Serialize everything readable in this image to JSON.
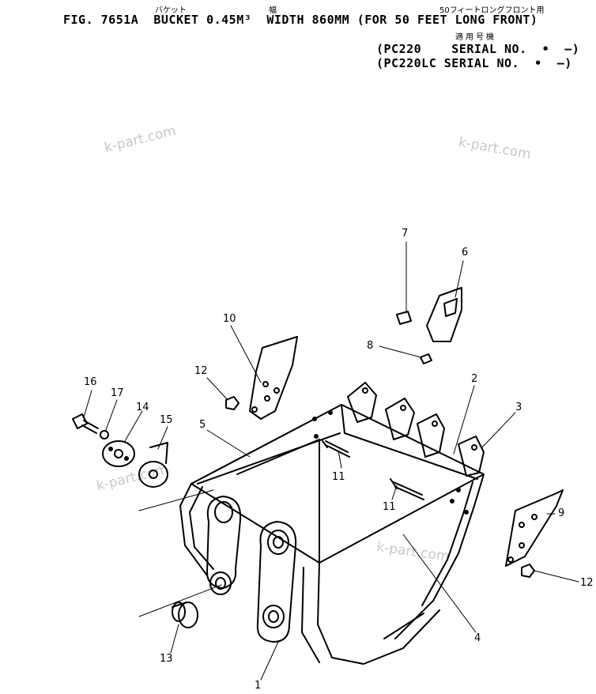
{
  "header": {
    "title_line": "FIG. 7651A  BUCKET 0.45M³  WIDTH 860MM (FOR 50 FEET LONG FRONT)",
    "ruby_bucket": "バケット",
    "ruby_width": "幅",
    "ruby_front": "50フィートロングフロント用",
    "applicable_label": "適用号機",
    "serial_1": "(PC220    SERIAL NO.  •  –)",
    "serial_2": "(PC220LC SERIAL NO.  •  –)"
  },
  "watermarks": [
    "k-part.com",
    "k-part.com",
    "k-part.com",
    "k-part.com"
  ],
  "callouts": {
    "c1": "1",
    "c2": "2",
    "c3": "3",
    "c4": "4",
    "c5": "5",
    "c6": "6",
    "c7": "7",
    "c8": "8",
    "c9": "9",
    "c10": "10",
    "c11a": "11",
    "c11b": "11",
    "c12a": "12",
    "c12b": "12",
    "c13": "13",
    "c14": "14",
    "c15": "15",
    "c16": "16",
    "c17": "17"
  }
}
